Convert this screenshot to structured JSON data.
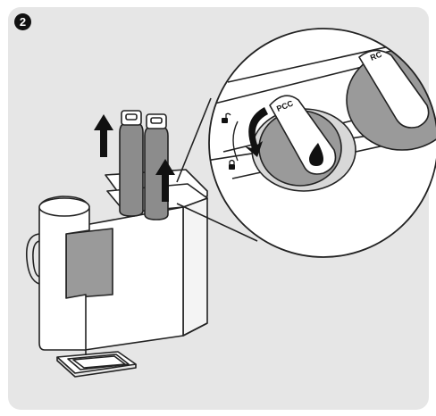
{
  "step": {
    "number": "2"
  },
  "knob_labels": {
    "primary": "PCC",
    "secondary": "RC"
  },
  "colors": {
    "panel_bg": "#e6e6e6",
    "machine_body": "#ffffff",
    "outline": "#222222",
    "filter_gray": "#8c8c8c",
    "knob_gray": "#9a9a9a",
    "dark_accent": "#111111"
  },
  "icons": [
    "up-arrow-icon",
    "rotate-arrow-icon",
    "unlock-icon",
    "lock-icon",
    "water-drop-icon"
  ]
}
